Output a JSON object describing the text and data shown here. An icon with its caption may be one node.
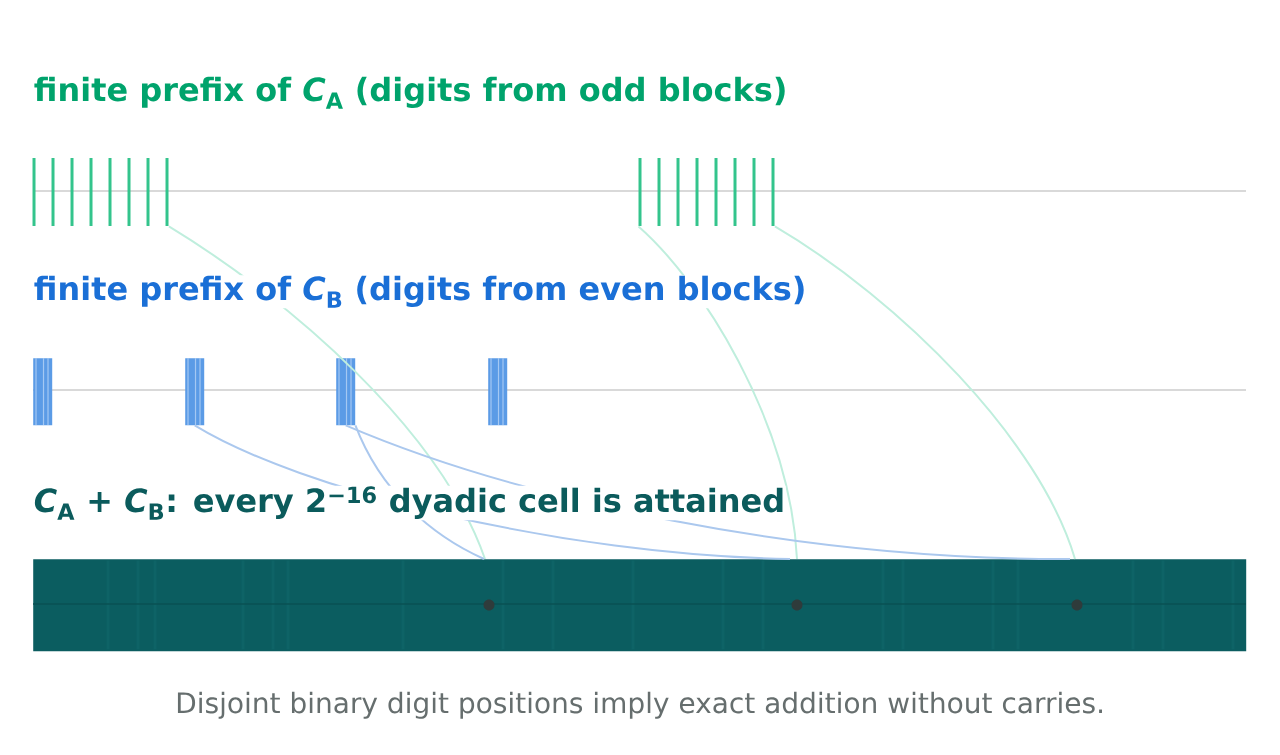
{
  "diagram": {
    "caption": "Disjoint binary digit positions imply exact addition without carries.",
    "nodes": [
      {
        "text": [],
        "shape": "ticks"
      },
      {
        "text": [],
        "shape": "ticks"
      },
      {
        "text": [],
        "shape": "bar"
      },
      {
        "text": [],
        "shape": "bar"
      },
      {
        "text": [],
        "shape": "bar"
      },
      {
        "text": [],
        "shape": "bar"
      },
      {
        "text": [],
        "shape": "band"
      },
      {
        "text": [],
        "shape": "circle",
        "in": 6
      },
      {
        "text": [],
        "shape": "circle",
        "in": 6
      },
      {
        "text": [],
        "shape": "circle",
        "in": 6
      }
    ],
    "edges": [
      {
        "from": 0,
        "to": 6,
        "arrow": "none",
        "color": "#bfeedd"
      },
      {
        "from": 1,
        "to": 6,
        "arrow": "none",
        "color": "#bfeedd"
      },
      {
        "from": 1,
        "to": 6,
        "arrow": "none",
        "color": "#bfeedd"
      },
      {
        "from": 3,
        "to": 6,
        "arrow": "none",
        "color": "#abc8ee"
      },
      {
        "from": 4,
        "to": 6,
        "arrow": "none",
        "color": "#abc8ee"
      },
      {
        "from": 4,
        "to": 6,
        "arrow": "none",
        "color": "#abc8ee"
      }
    ],
    "labels": [
      "finite prefix of *C*$_{A}$ (digits from odd blocks)",
      "finite prefix of *C*$_{B}$ (digits from even blocks)",
      "*C*$_{A}$ + *C*$_{B}$: every 2$^{−16}$ dyadic cell is attained"
    ]
  }
}
